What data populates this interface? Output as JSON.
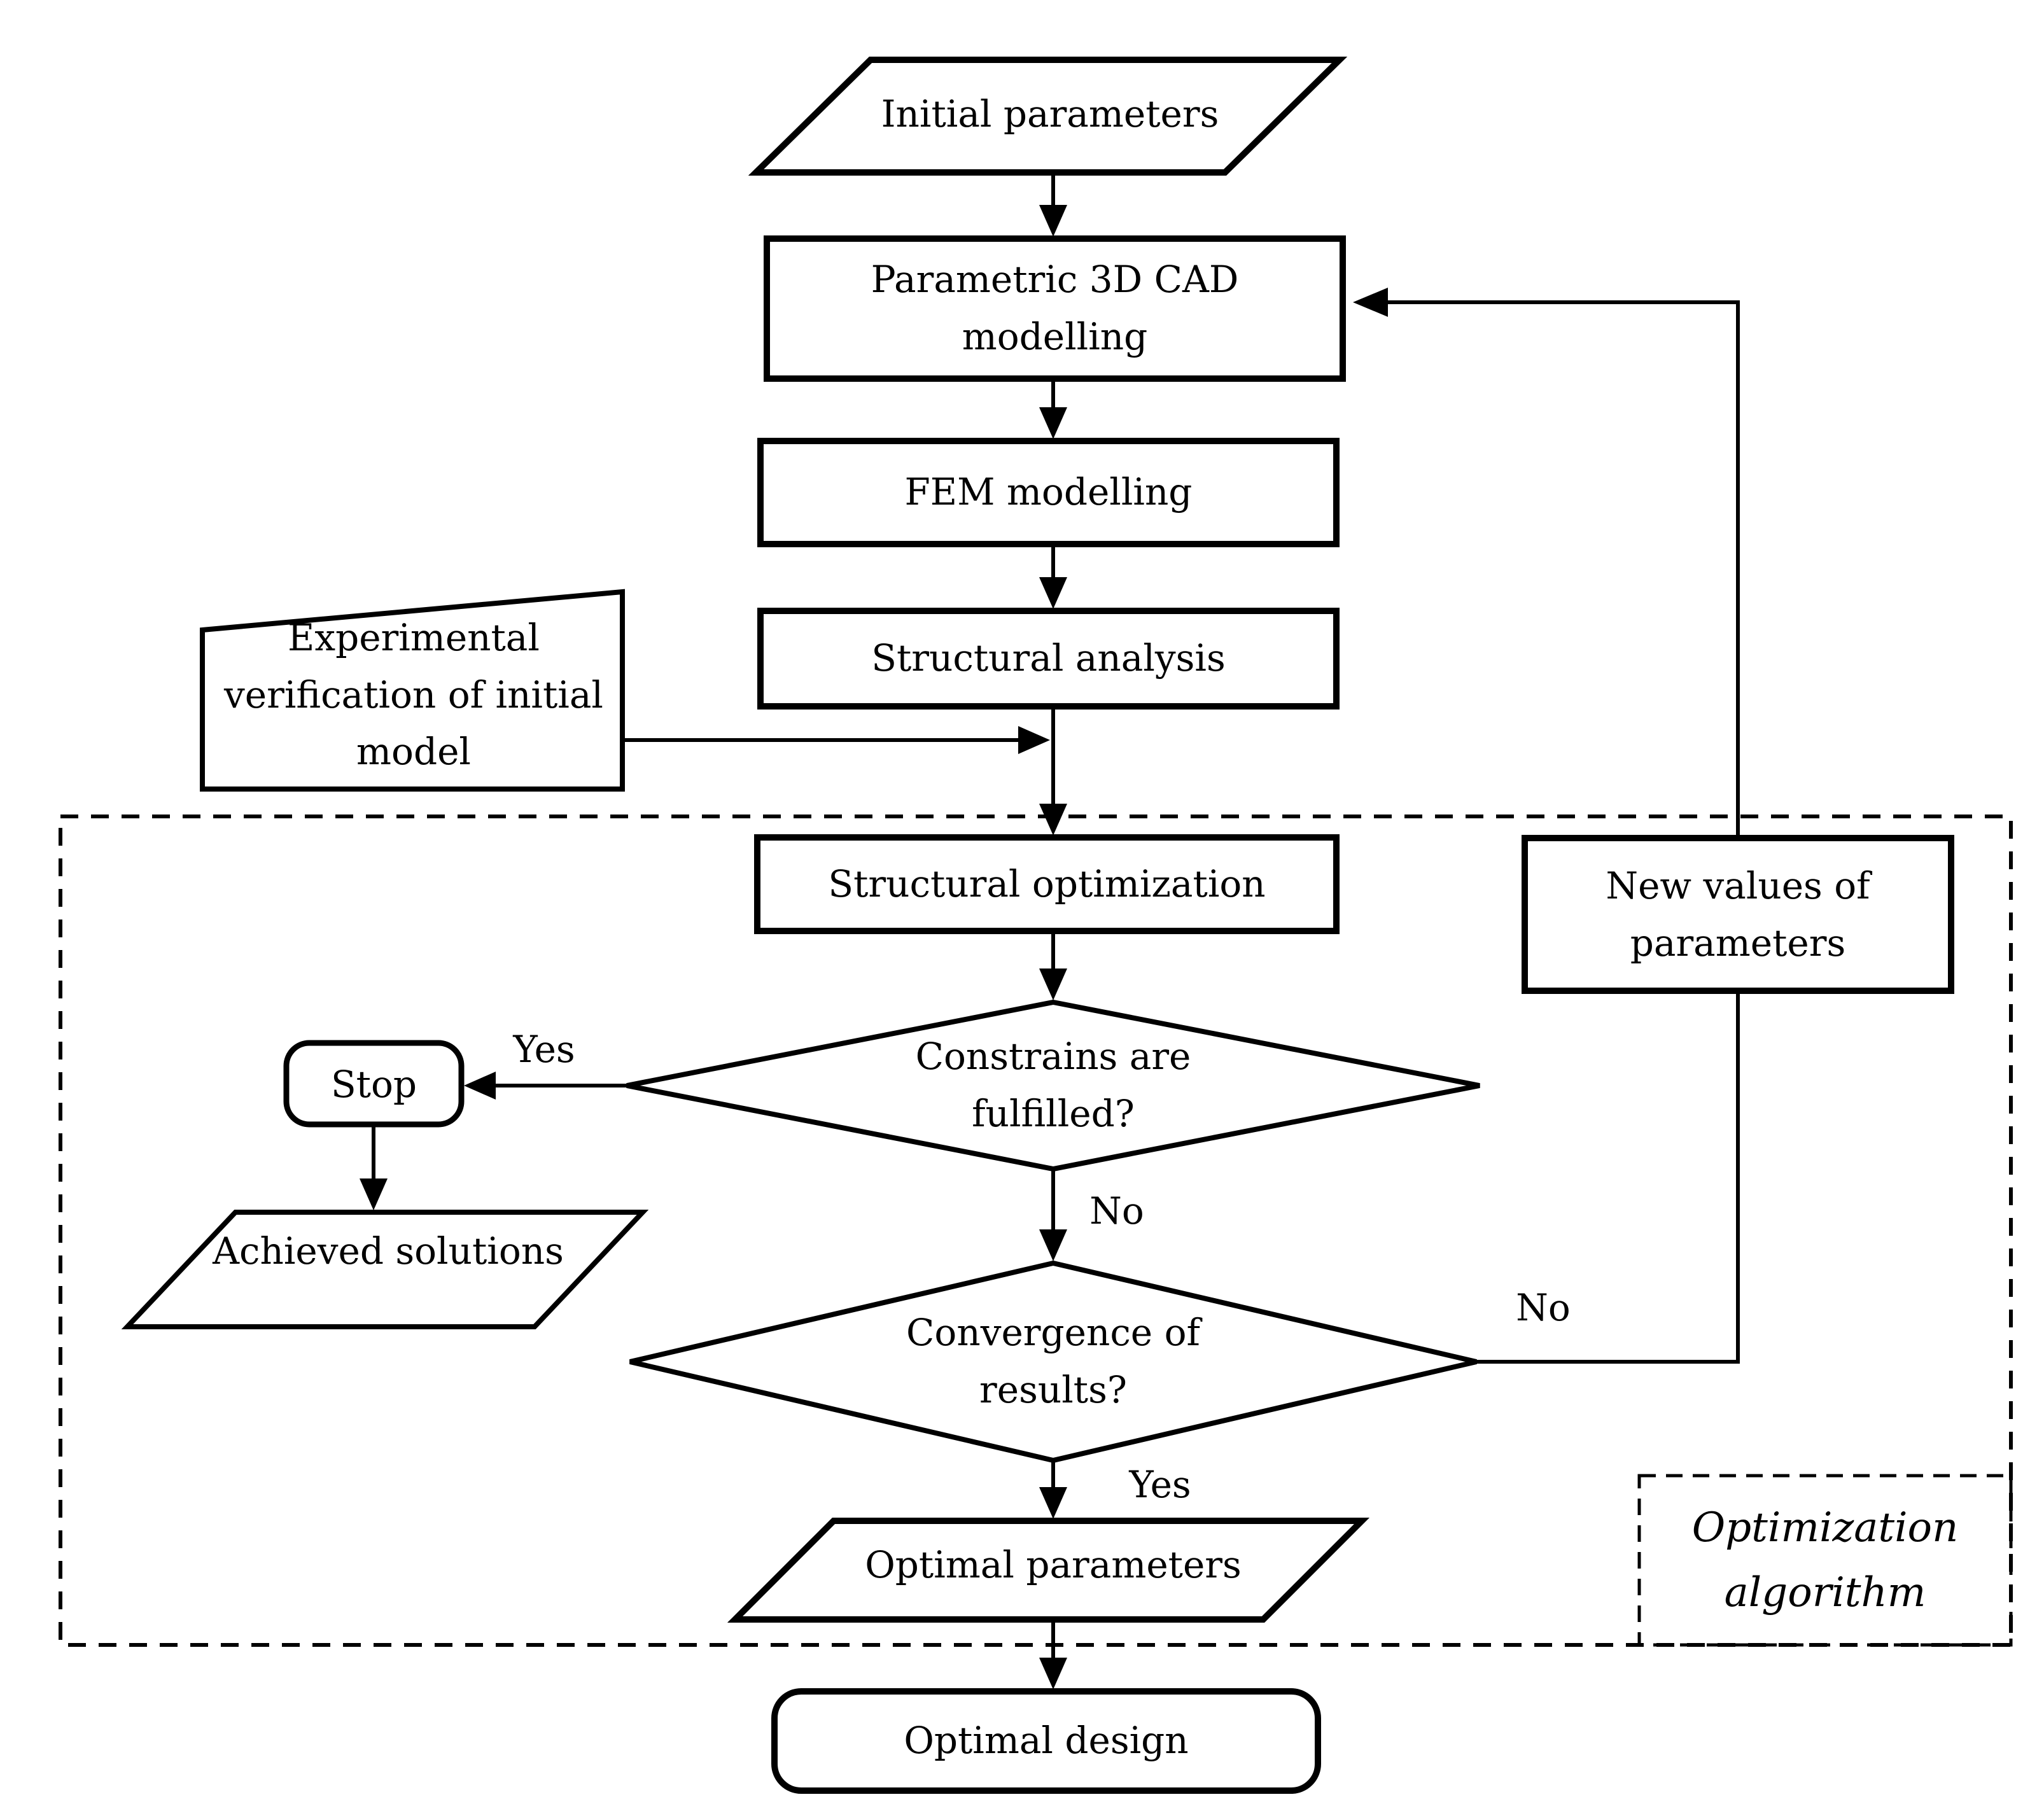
{
  "diagram": {
    "background_color": "#ffffff",
    "stroke_color": "#000000",
    "nodes": {
      "initial_parameters": {
        "label": "Initial parameters",
        "shape": "parallelogram"
      },
      "parametric_cad": {
        "label": "Parametric 3D CAD\nmodelling",
        "shape": "rectangle"
      },
      "fem_modelling": {
        "label": "FEM modelling",
        "shape": "rectangle"
      },
      "structural_analysis": {
        "label": "Structural analysis",
        "shape": "rectangle"
      },
      "experimental_verification": {
        "label": "Experimental\nverification of initial\nmodel",
        "shape": "quadrilateral"
      },
      "structural_optimization": {
        "label": "Structural optimization",
        "shape": "rectangle"
      },
      "new_values": {
        "label": "New values of\nparameters",
        "shape": "rectangle"
      },
      "constraints_fulfilled": {
        "label": "Constrains are\nfulfilled?",
        "shape": "diamond"
      },
      "stop": {
        "label": "Stop",
        "shape": "rounded-rectangle"
      },
      "achieved_solutions": {
        "label": "Achieved solutions",
        "shape": "parallelogram"
      },
      "convergence": {
        "label": "Convergence of\nresults?",
        "shape": "diamond"
      },
      "optimal_parameters": {
        "label": "Optimal parameters",
        "shape": "parallelogram"
      },
      "optimal_design": {
        "label": "Optimal design",
        "shape": "rounded-rectangle"
      }
    },
    "regions": {
      "optimization_algorithm": {
        "label": "Optimization\nalgorithm",
        "style": "dashed-box"
      }
    },
    "edge_labels": {
      "yes_to_stop": "Yes",
      "no_to_convergence": "No",
      "no_to_new_values": "No",
      "yes_to_optimal_parameters": "Yes"
    },
    "edges": [
      {
        "from": "initial_parameters",
        "to": "parametric_cad",
        "label": ""
      },
      {
        "from": "parametric_cad",
        "to": "fem_modelling",
        "label": ""
      },
      {
        "from": "fem_modelling",
        "to": "structural_analysis",
        "label": ""
      },
      {
        "from": "structural_analysis",
        "to": "structural_optimization",
        "label": ""
      },
      {
        "from": "experimental_verification",
        "to": "structural_optimization",
        "label": ""
      },
      {
        "from": "structural_optimization",
        "to": "constraints_fulfilled",
        "label": ""
      },
      {
        "from": "constraints_fulfilled",
        "to": "stop",
        "label": "Yes"
      },
      {
        "from": "constraints_fulfilled",
        "to": "convergence",
        "label": "No"
      },
      {
        "from": "stop",
        "to": "achieved_solutions",
        "label": ""
      },
      {
        "from": "convergence",
        "to": "new_values",
        "label": "No"
      },
      {
        "from": "new_values",
        "to": "parametric_cad",
        "label": ""
      },
      {
        "from": "convergence",
        "to": "optimal_parameters",
        "label": "Yes"
      },
      {
        "from": "optimal_parameters",
        "to": "optimal_design",
        "label": ""
      }
    ]
  }
}
